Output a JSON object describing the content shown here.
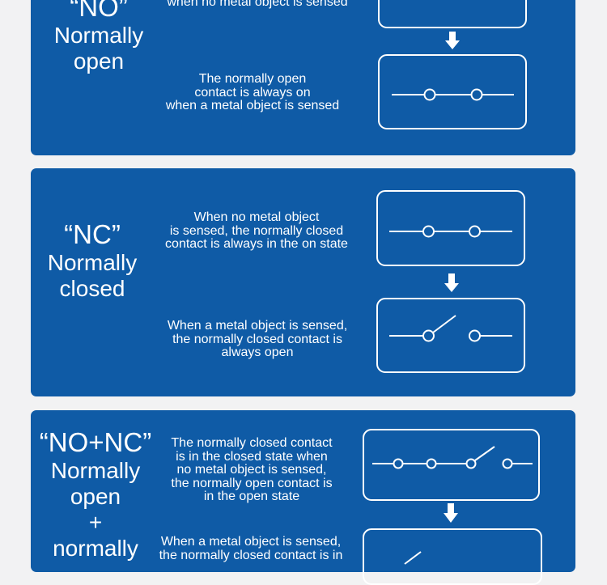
{
  "no_section": {
    "quote": "“NO”",
    "label_lines": [
      "Normally",
      "open"
    ],
    "desc_off": [
      "when no metal object is sensed"
    ],
    "desc_on": [
      "The normally open",
      "contact is always on",
      "when a metal object is sensed"
    ]
  },
  "nc_section": {
    "quote": "“NC”",
    "label_lines": [
      "Normally",
      "closed"
    ],
    "desc_off": [
      "When no metal object",
      "is sensed, the normally closed",
      "contact is always in the on state"
    ],
    "desc_on": [
      "When a metal object is sensed,",
      "the normally closed contact is",
      "always open"
    ]
  },
  "nonc_section": {
    "quote": "“NO+NC”",
    "label_lines": [
      "Normally",
      "open",
      "+",
      "normally"
    ],
    "desc_off": [
      "The normally closed contact",
      "is in the closed state when",
      "no metal object is sensed,",
      "the normally open contact is",
      "in the open state"
    ],
    "desc_on": [
      "When a metal object is sensed,",
      "the normally closed contact is in"
    ]
  },
  "colors": {
    "panel_blue": "#0f5ba6",
    "page_background": "#f2f2f3",
    "foreground": "#ffffff"
  },
  "icons": [
    "down-arrow-icon",
    "contact-closed-symbol",
    "contact-open-symbol",
    "dual-contact-symbol"
  ]
}
